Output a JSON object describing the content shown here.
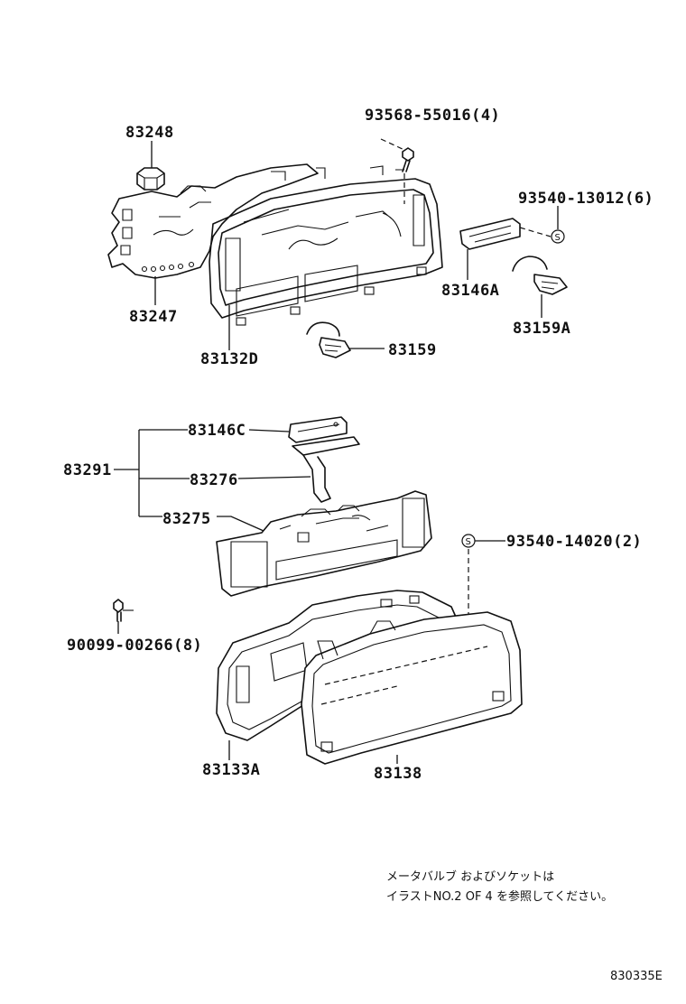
{
  "diagram": {
    "labels": {
      "p83248": "83248",
      "p93568": "93568-55016(4)",
      "p93540_13012": "93540-13012(6)",
      "p83146A": "83146A",
      "p83247": "83247",
      "p83132D": "83132D",
      "p83159": "83159",
      "p83159A": "83159A",
      "p83146C": "83146C",
      "p83291": "83291",
      "p83276": "83276",
      "p83275": "83275",
      "p93540_14020": "93540-14020(2)",
      "p90099": "90099-00266(8)",
      "p83133A": "83133A",
      "p83138": "83138"
    },
    "symbol_s": "S",
    "note_line1": "メータバルブ およびソケットは",
    "note_line2": "イラストNO.2 OF 4 を参照してください。",
    "diagram_code": "830335E"
  }
}
